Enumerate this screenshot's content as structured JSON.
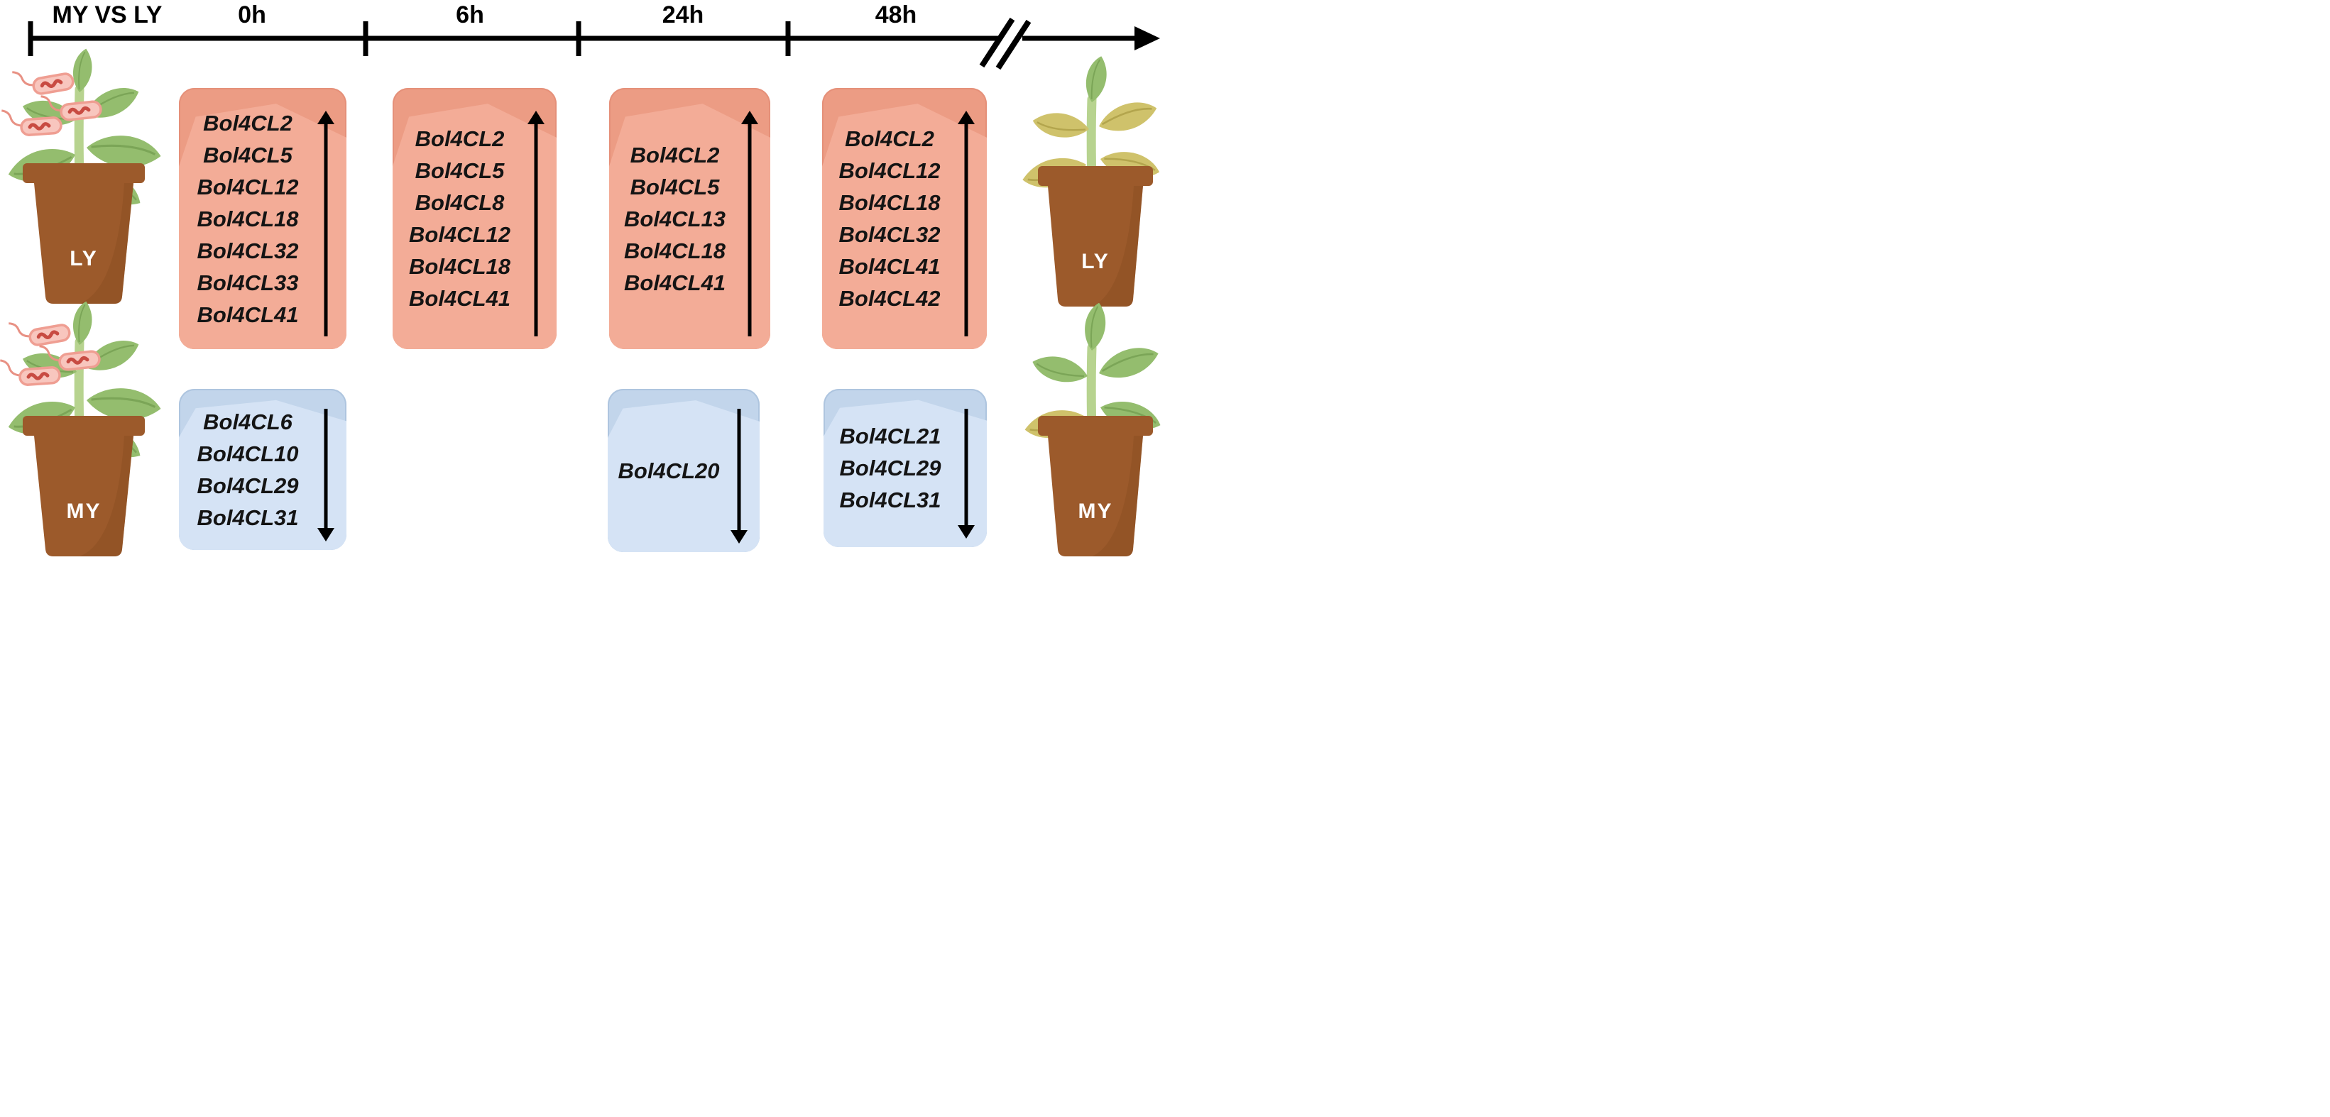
{
  "header": {
    "comparison_label": "MY VS LY",
    "timepoints": [
      "0h",
      "6h",
      "24h",
      "48h"
    ]
  },
  "pots": {
    "left_top": "LY",
    "left_bottom": "MY",
    "right_top": "LY",
    "right_bottom": "MY"
  },
  "expression": {
    "h0": {
      "time": "0h",
      "up": [
        "Bol4CL2",
        "Bol4CL5",
        "Bol4CL12",
        "Bol4CL18",
        "Bol4CL32",
        "Bol4CL33",
        "Bol4CL41"
      ],
      "down": [
        "Bol4CL6",
        "Bol4CL10",
        "Bol4CL29",
        "Bol4CL31"
      ]
    },
    "h6": {
      "time": "6h",
      "up": [
        "Bol4CL2",
        "Bol4CL5",
        "Bol4CL8",
        "Bol4CL12",
        "Bol4CL18",
        "Bol4CL41"
      ],
      "down": []
    },
    "h24": {
      "time": "24h",
      "up": [
        "Bol4CL2",
        "Bol4CL5",
        "Bol4CL13",
        "Bol4CL18",
        "Bol4CL41"
      ],
      "down": [
        "Bol4CL20"
      ]
    },
    "h48": {
      "time": "48h",
      "up": [
        "Bol4CL2",
        "Bol4CL12",
        "Bol4CL18",
        "Bol4CL32",
        "Bol4CL41",
        "Bol4CL42"
      ],
      "down": [
        "Bol4CL21",
        "Bol4CL29",
        "Bol4CL31"
      ]
    }
  },
  "colors": {
    "up_box": "#F3AC97",
    "down_box": "#D5E3F5",
    "pot": "#9C5A2B",
    "leaf_green": "#94BD6E",
    "leaf_yellow": "#CFC26B",
    "bacteria": "#F8C6BE",
    "arrow": "#000000"
  }
}
